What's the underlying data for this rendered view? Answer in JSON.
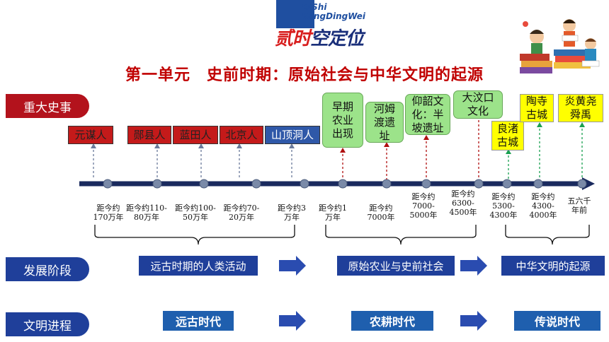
{
  "logo": {
    "pinyin_line1": "ErShi",
    "pinyin_line2": "KongDingWei",
    "text_red": "贰时",
    "text_blue": "空定位"
  },
  "title": "第一单元　史前时期：原始社会与中华文明的起源",
  "rows": {
    "events": "重大史事",
    "stages": "发展阶段",
    "civilization": "文明进程"
  },
  "events": [
    "元谋人",
    "郧县人",
    "蓝田人",
    "北京人",
    "山顶洞人",
    "早期农业出现",
    "河姆渡遗址",
    "仰韶文化：半坡遗址",
    "大汶口文化",
    "良渚古城",
    "陶寺古城",
    "炎黄尧舜禹"
  ],
  "dates": [
    "距今约170万年",
    "距今约110-80万年",
    "距今约100-50万年",
    "距今约70-20万年",
    "距今约3万年",
    "距今约1万年",
    "距今约7000年",
    "距今约7000-5000年",
    "距今约6300-4500年",
    "距今约5300-4300年",
    "距今约4300-4000年",
    "五六千年前"
  ],
  "stages": [
    "远古时期的人类活动",
    "原始农业与史前社会",
    "中华文明的起源"
  ],
  "eras": [
    "远古时代",
    "农耕时代",
    "传说时代"
  ],
  "colors": {
    "title": "#c00000",
    "label_red": "#b3121c",
    "label_blue": "#1f3f9a",
    "axis": "#1a2a5e",
    "arrow": "#2a4cb0"
  }
}
